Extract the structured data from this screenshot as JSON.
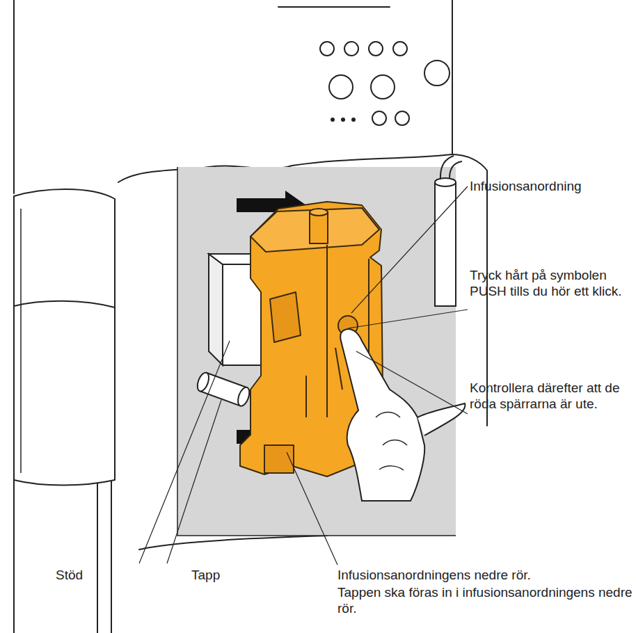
{
  "diagram": {
    "labels": [
      "Infusionsanordning",
      "Tryck hårt på symbolen PUSH tills du hör ett klick.",
      "Kontrollera därefter att de röda spärrarna är ute.",
      "Stöd",
      "Tapp",
      "Infusionsanordningens nedre rör.",
      "Tappen ska föras in i infusionsanordningens nedre rör."
    ]
  }
}
